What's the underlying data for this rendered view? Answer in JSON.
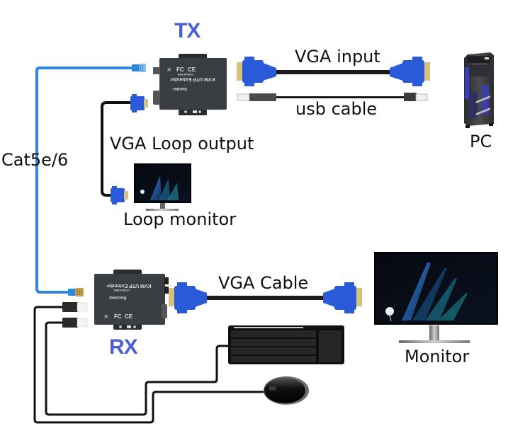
{
  "diagram": {
    "title": "KVM UTP Extender connection diagram",
    "colors": {
      "label_accent": "#4a5fd6",
      "ethernet_cable": "#2f86de",
      "vga_connector": "#2a5ad8",
      "cable_black": "#151515",
      "device_body": "#3a3d42"
    },
    "labels": {
      "tx": "TX",
      "rx": "RX",
      "vga_input": "VGA input",
      "usb_cable": "usb cable",
      "pc": "PC",
      "vga_loop_output": "VGA Loop output",
      "loop_monitor": "Loop monitor",
      "cat_cable": "Cat5e/6",
      "vga_cable": "VGA Cable",
      "monitor": "Monitor"
    },
    "devices": {
      "sender": {
        "name": "Sender",
        "product": "KVM UTP Extender",
        "model": "CAT5e/6 300ft",
        "marks": [
          "CE",
          "FC"
        ]
      },
      "receiver": {
        "name": "Receiver",
        "product": "KVM UTP Extender",
        "model": "CAT5e/6 300ft",
        "marks": [
          "CE",
          "FC"
        ]
      }
    },
    "components": [
      {
        "id": "pc",
        "icon": "pc-tower-icon"
      },
      {
        "id": "loop-monitor",
        "icon": "monitor-icon"
      },
      {
        "id": "monitor",
        "icon": "monitor-icon"
      },
      {
        "id": "keyboard",
        "icon": "keyboard-icon"
      },
      {
        "id": "mouse",
        "icon": "mouse-icon"
      }
    ]
  }
}
